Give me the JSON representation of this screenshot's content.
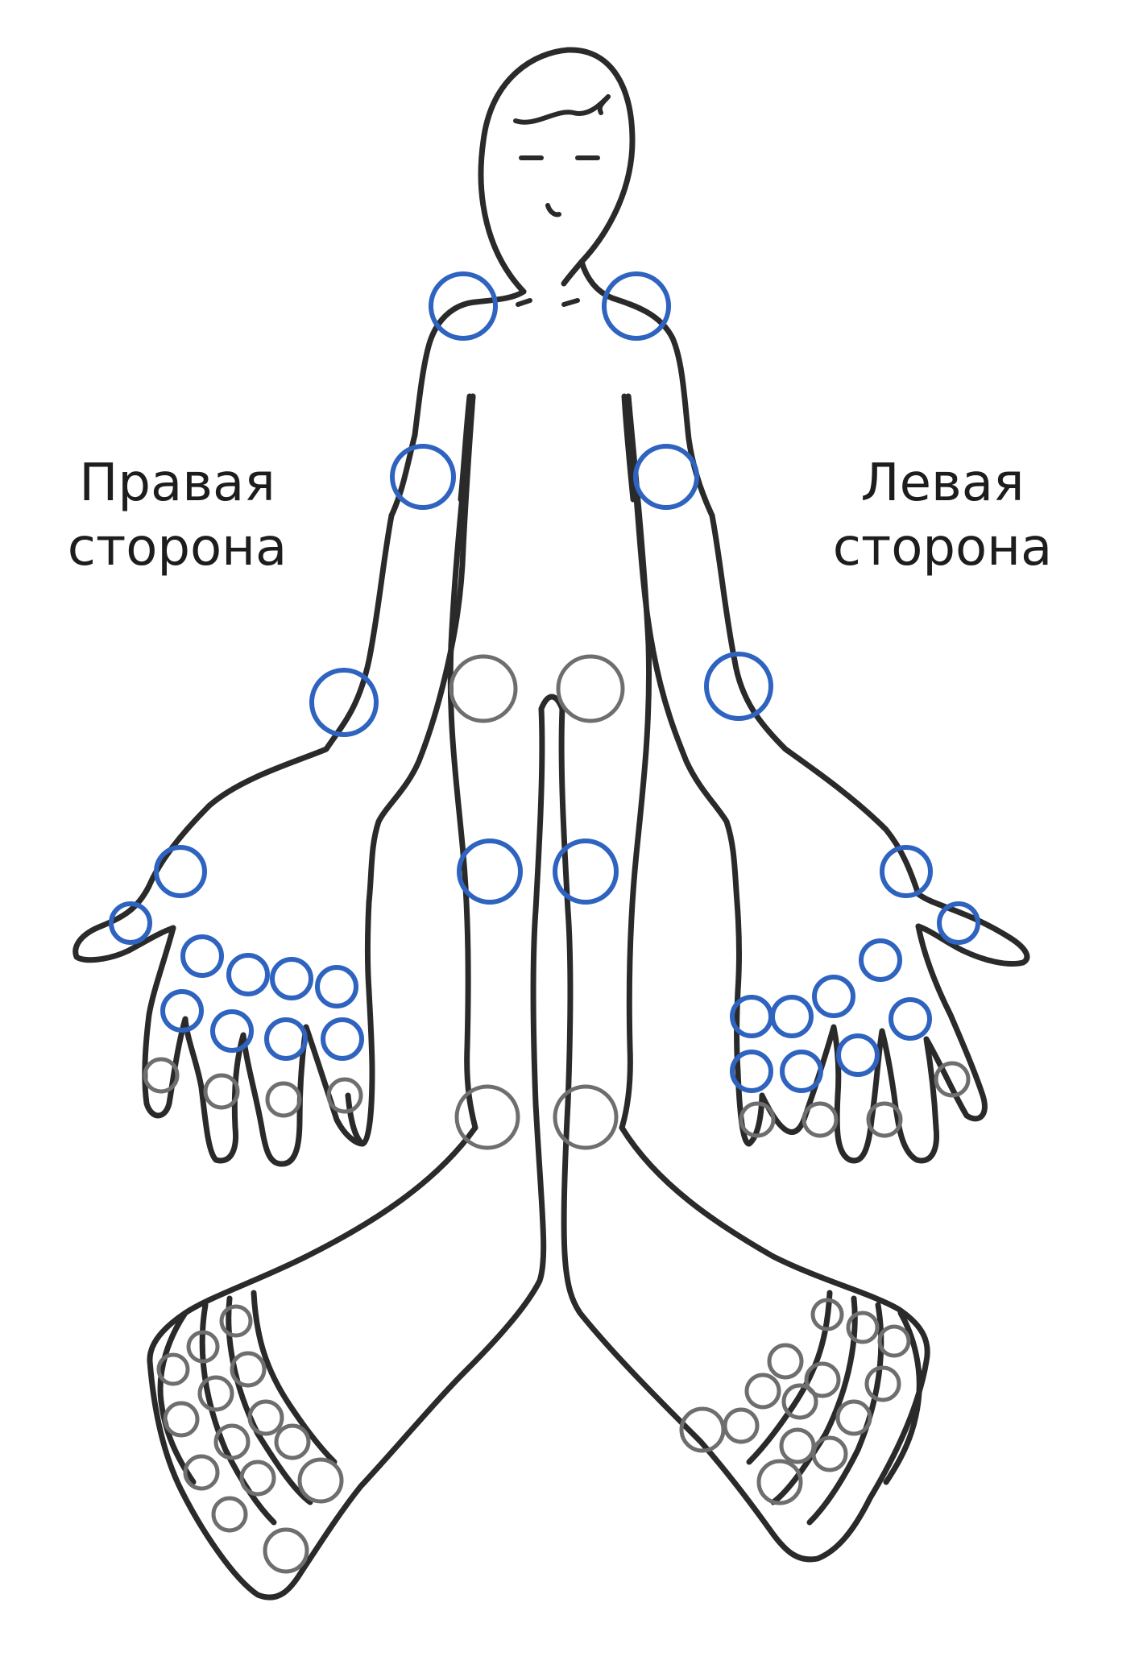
{
  "labels": {
    "right": [
      "Правая",
      "сторона"
    ],
    "left": [
      "Левая",
      "сторона"
    ]
  },
  "colors": {
    "outline": "#2a2a2a",
    "marked_joint": "#2f63c0",
    "unmarked_joint": "#6e6e6e",
    "text": "#1d1d1d"
  }
}
